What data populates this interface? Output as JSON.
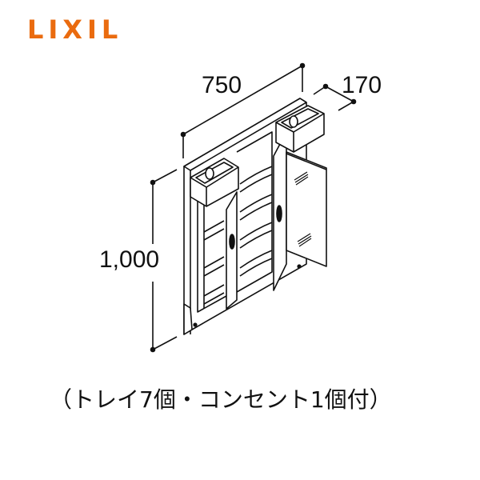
{
  "brand": {
    "logo_text": "LIXIL",
    "color": "#ea6b0f"
  },
  "dimensions": {
    "width": "750",
    "depth": "170",
    "height": "1,000"
  },
  "product": {
    "type": "3-door mirror cabinet illustration",
    "caption": "（トレイ7個・コンセント1個付）"
  }
}
